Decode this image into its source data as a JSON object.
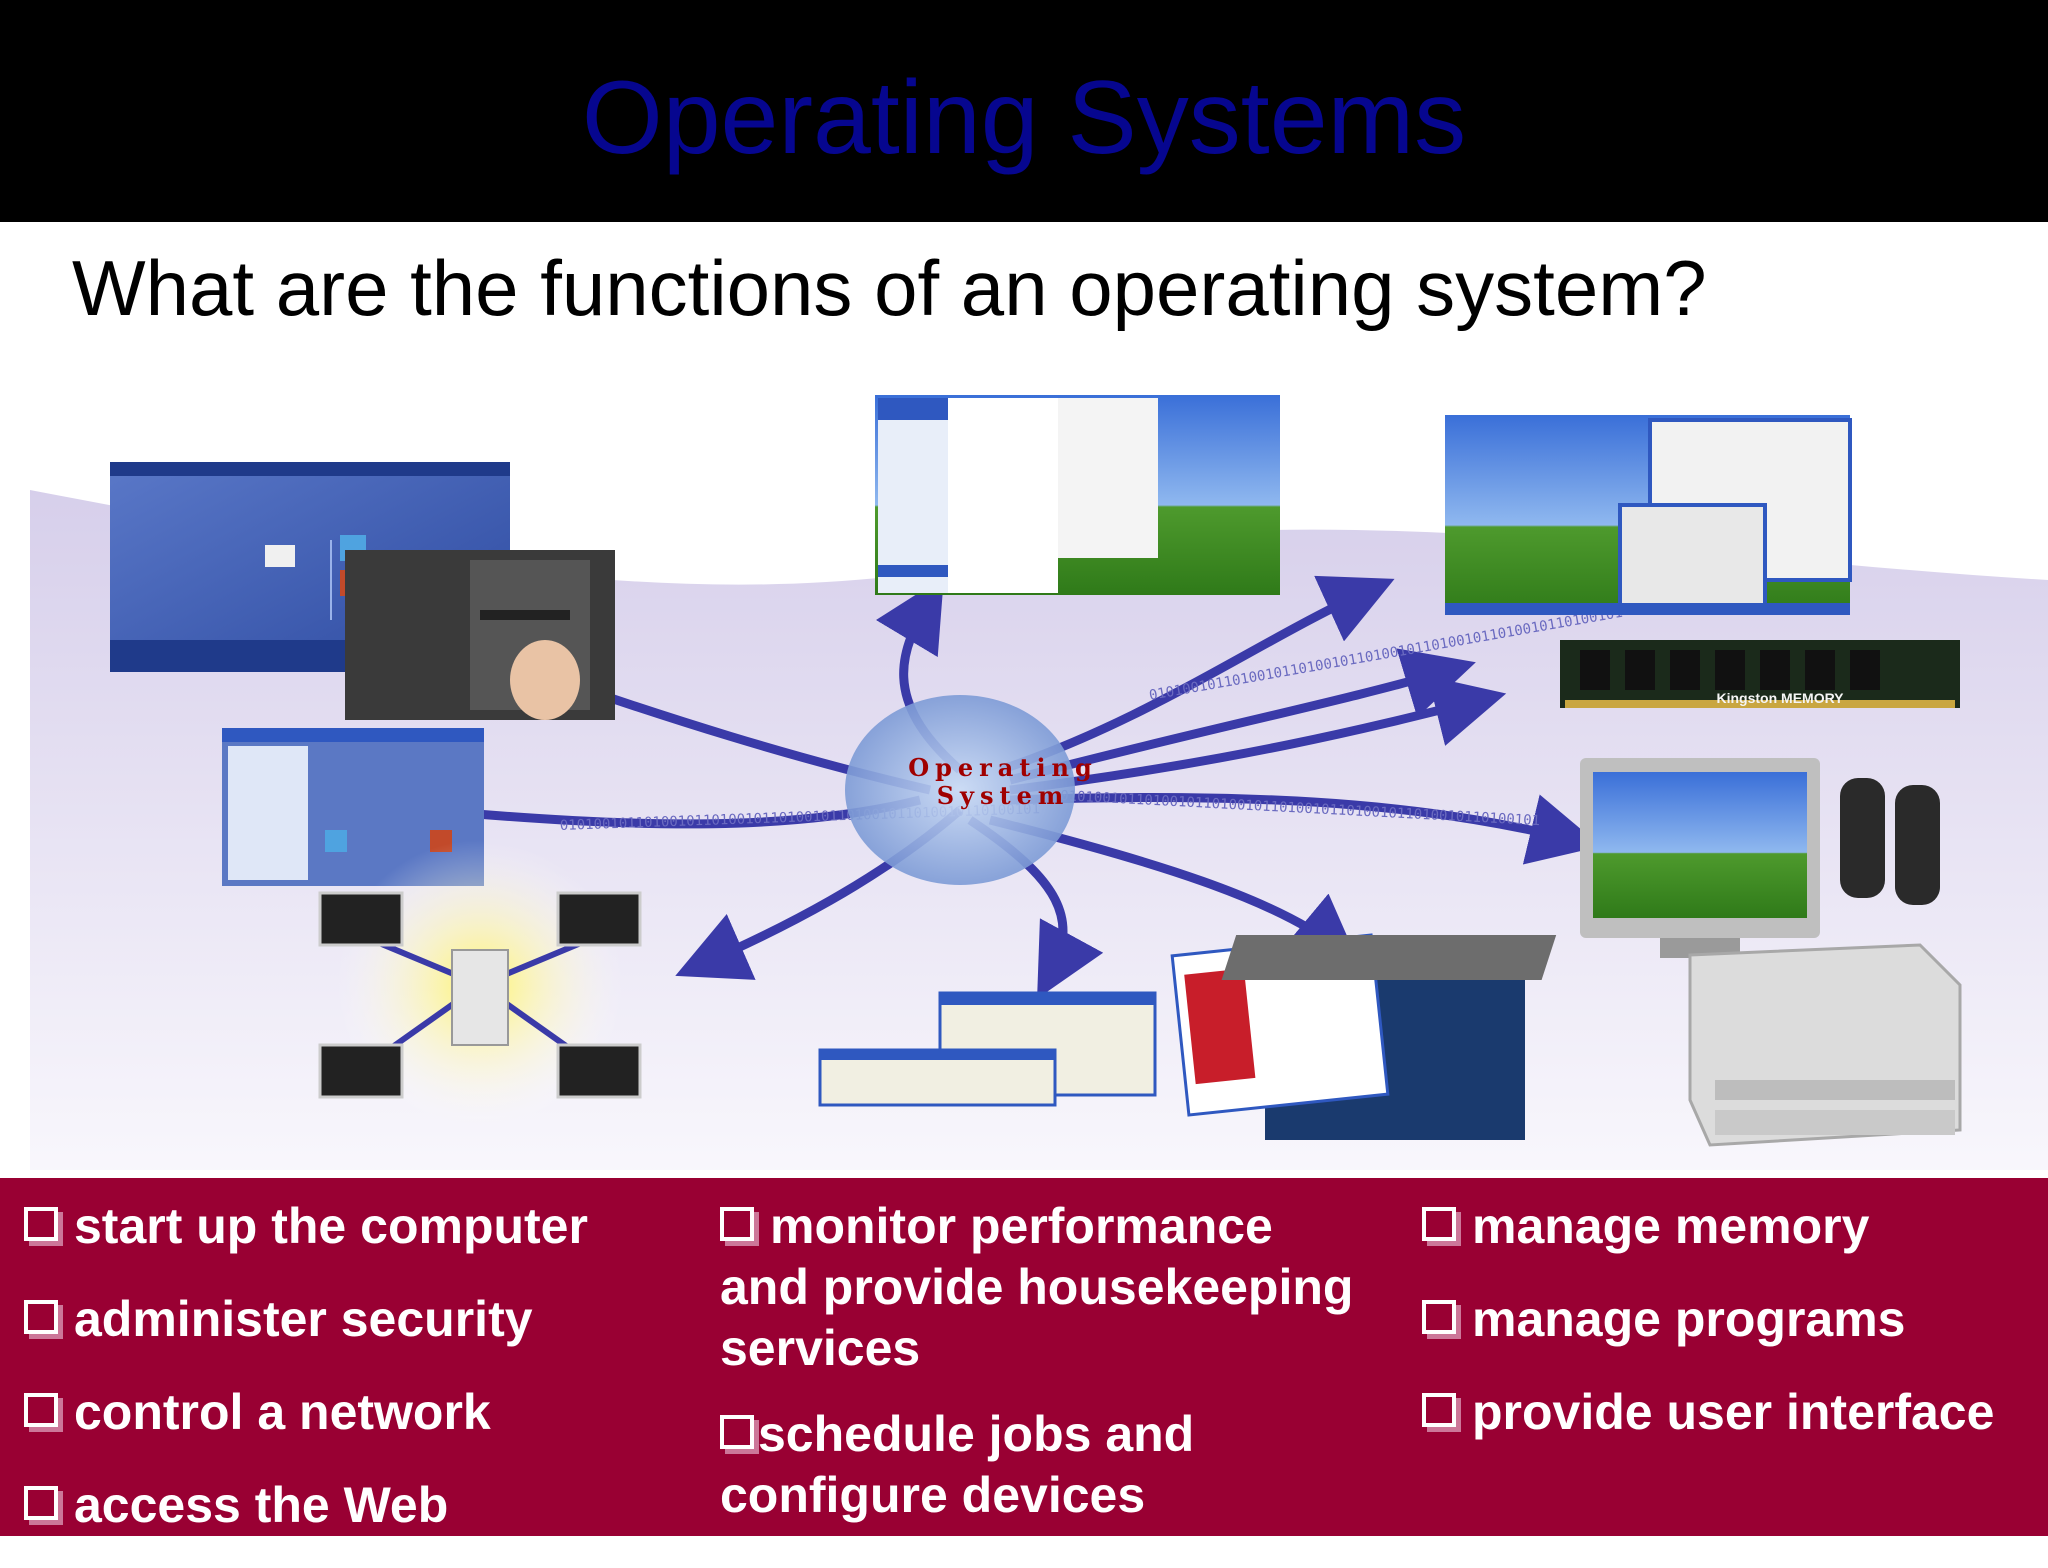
{
  "slide": {
    "title": "Operating Systems",
    "question": "What are the functions of an operating system?",
    "diagram": {
      "center_label_line1": "Operating",
      "center_label_line2": "System",
      "memory_label": "Kingston MEMORY",
      "binary_text": "010100101101001011010010110100101101001011010010110100101",
      "colors": {
        "arrow": "#3a3aa8",
        "hub": "#8fb0e0",
        "swoosh": "#d9d2ec"
      }
    },
    "functions": {
      "col1": [
        "start up the computer",
        "administer security",
        "control a network",
        "access the Web"
      ],
      "col2_item1_line1": "monitor performance",
      "col2_item1_line2": "and provide housekeeping",
      "col2_item1_line3": "services",
      "col2_item2_line1": "schedule jobs and",
      "col2_item2_line2": "configure devices",
      "col3": [
        "manage memory",
        "manage programs",
        "provide user interface"
      ]
    },
    "colors": {
      "header_bg": "#000000",
      "title": "#06068f",
      "footer_bg": "#990033"
    }
  }
}
